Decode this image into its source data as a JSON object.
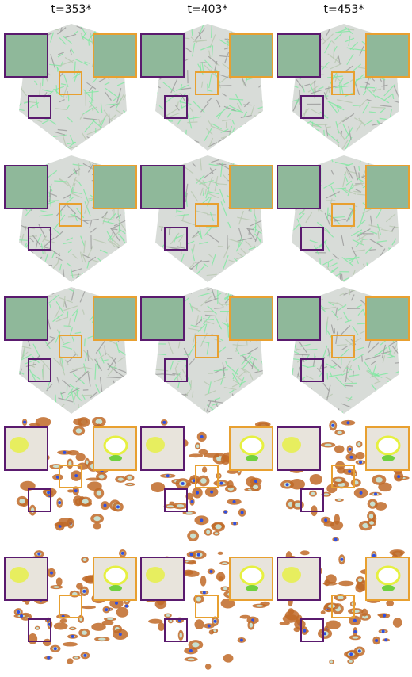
{
  "columns": [
    {
      "label": "t=353*"
    },
    {
      "label": "t=403*"
    },
    {
      "label": "t=453*"
    }
  ],
  "rows": [
    {
      "style": "volume-green"
    },
    {
      "style": "volume-green"
    },
    {
      "style": "volume-green"
    },
    {
      "style": "isosurface-orange"
    },
    {
      "style": "isosurface-orange"
    }
  ],
  "colors": {
    "inset_left_border": "#5a1a6e",
    "inset_right_border": "#e8a030",
    "volume_gray": "#9a9a9a",
    "volume_green": "#7ee8a0",
    "iso_orange": "#c06a28",
    "iso_yellow": "#e6f040",
    "iso_blue": "#3050e0"
  }
}
